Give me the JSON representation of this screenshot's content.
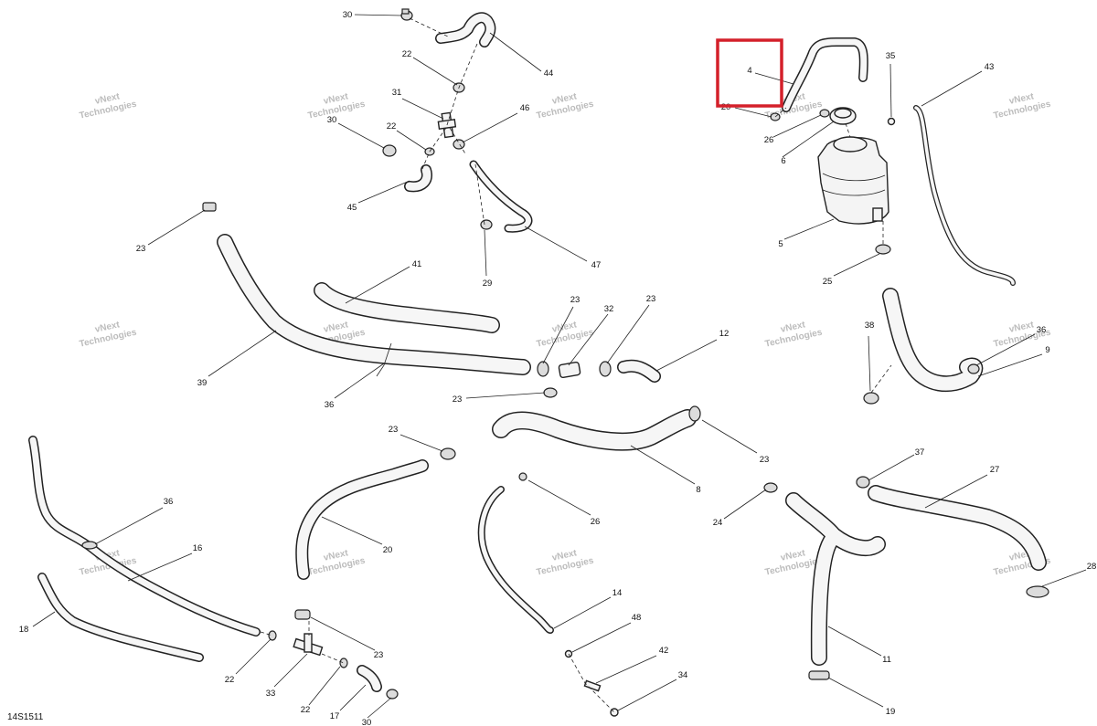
{
  "drawing_code": "14S1511",
  "watermark_lines": [
    "vNext",
    "Technologies"
  ],
  "highlight_color": "#d4202a",
  "callouts": {
    "c30a": "30",
    "c44": "44",
    "c22a": "22",
    "c31": "31",
    "c46": "46",
    "c30b": "30",
    "c22b": "22",
    "c45": "45",
    "c29": "29",
    "c47": "47",
    "c4": "4",
    "c20a": "20",
    "c26a": "26",
    "c6": "6",
    "c35": "35",
    "c43": "43",
    "c5": "5",
    "c25": "25",
    "c23a": "23",
    "c41": "41",
    "c39": "39",
    "c36a": "36",
    "c23b": "23",
    "c32": "32",
    "c23c": "23",
    "c12": "12",
    "c23d": "23",
    "c38": "38",
    "c36b": "36",
    "c9": "9",
    "c23e": "23",
    "c23f": "23",
    "c8": "8",
    "c36c": "36",
    "c16": "16",
    "c20b": "20",
    "c26b": "26",
    "c37": "37",
    "c27": "27",
    "c24": "24",
    "c28": "28",
    "c18": "18",
    "c22c": "22",
    "c33": "33",
    "c23g": "23",
    "c22d": "22",
    "c17": "17",
    "c30c": "30",
    "c14": "14",
    "c48": "48",
    "c42": "42",
    "c34": "34",
    "c11": "11",
    "c19": "19"
  }
}
